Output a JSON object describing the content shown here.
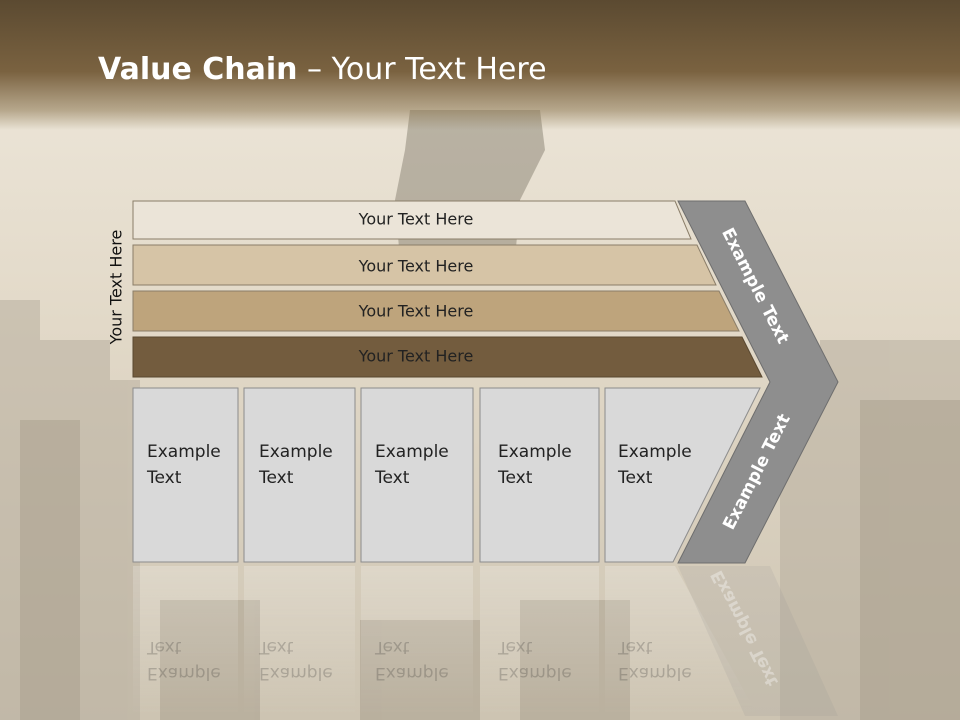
{
  "title": {
    "bold": "Value Chain",
    "rest": " – Your Text Here"
  },
  "side_label": "Your Text Here",
  "bars": [
    {
      "label": "Your Text Here",
      "fill": "#ebe4d8"
    },
    {
      "label": "Your Text Here",
      "fill": "#d6c4a6"
    },
    {
      "label": "Your Text Here",
      "fill": "#bea47c"
    },
    {
      "label": "Your Text Here",
      "fill": "#735c3e"
    }
  ],
  "boxes": [
    {
      "line1": "Example",
      "line2": "Text"
    },
    {
      "line1": "Example",
      "line2": "Text"
    },
    {
      "line1": "Example",
      "line2": "Text"
    },
    {
      "line1": "Example",
      "line2": "Text"
    },
    {
      "line1": "Example",
      "line2": "Text"
    }
  ],
  "chevron": {
    "upper": "Example Text",
    "lower": "Example Text",
    "fill": "#8e8e8e"
  },
  "colors": {
    "box_fill": "#d9d9d9",
    "title_band": "#6b5638"
  }
}
